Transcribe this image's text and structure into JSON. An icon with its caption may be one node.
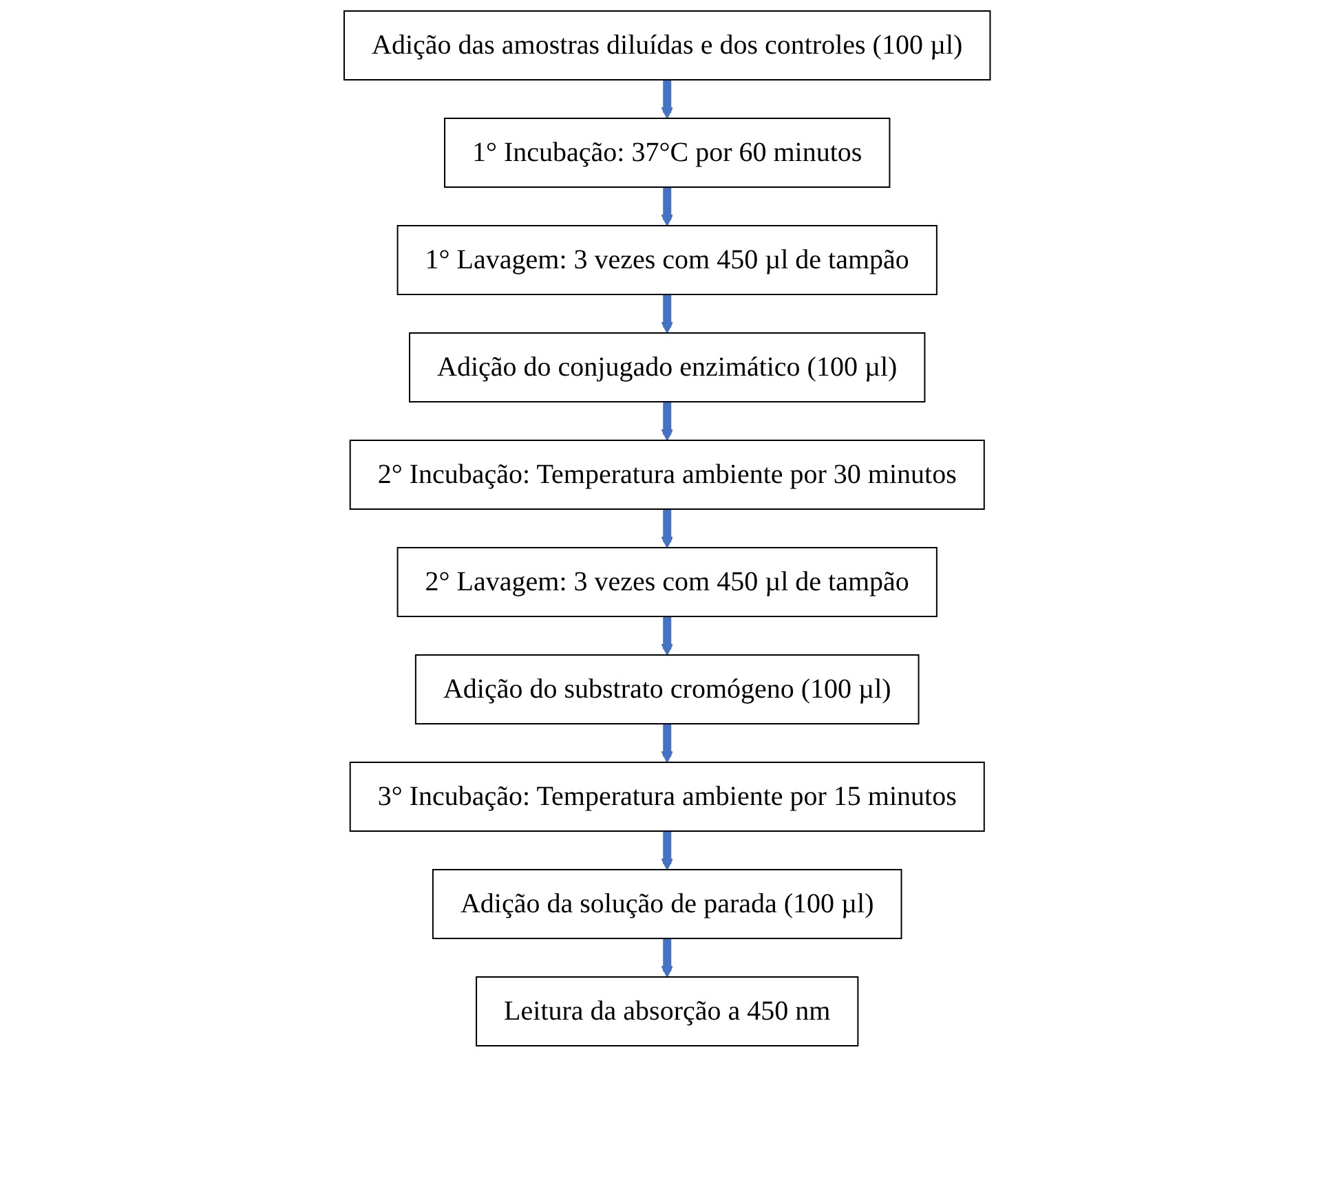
{
  "diagram": {
    "nodes": [
      {
        "text": [
          "Adição das amostras diluídas e dos controles (100 µl)"
        ]
      },
      {
        "text": [
          "1° Incubação: 37°C por 60 minutos"
        ]
      },
      {
        "text": [
          "1° Lavagem: 3 vezes com 450 µl de tampão"
        ]
      },
      {
        "text": [
          "Adição do conjugado enzimático (100 µl)"
        ]
      },
      {
        "text": [
          "2° Incubação: Temperatura ambiente por 30 minutos"
        ]
      },
      {
        "text": [
          "2° Lavagem: 3 vezes com 450 µl de tampão"
        ]
      },
      {
        "text": [
          "Adição do substrato cromógeno (100 µl)"
        ]
      },
      {
        "text": [
          "3° Incubação: Temperatura ambiente por 15 minutos"
        ]
      },
      {
        "text": [
          "Adição da solução de parada (100 µl)"
        ]
      },
      {
        "text": [
          "Leitura da absorção a 450 nm"
        ]
      }
    ],
    "edges": [
      {
        "from": 0,
        "to": 1,
        "arrow": "to"
      },
      {
        "from": 1,
        "to": 2,
        "arrow": "to"
      },
      {
        "from": 2,
        "to": 3,
        "arrow": "to"
      },
      {
        "from": 3,
        "to": 4,
        "arrow": "to"
      },
      {
        "from": 4,
        "to": 5,
        "arrow": "to"
      },
      {
        "from": 5,
        "to": 6,
        "arrow": "to"
      },
      {
        "from": 6,
        "to": 7,
        "arrow": "to"
      },
      {
        "from": 7,
        "to": 8,
        "arrow": "to"
      },
      {
        "from": 8,
        "to": 9,
        "arrow": "to"
      }
    ]
  }
}
